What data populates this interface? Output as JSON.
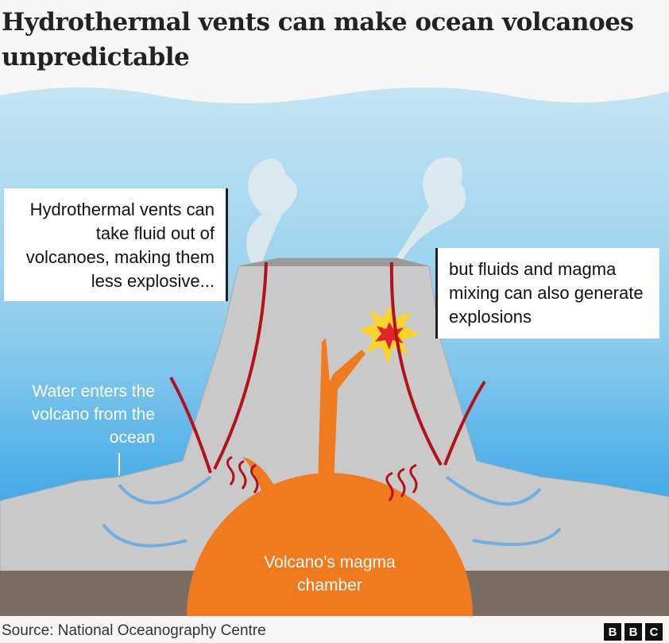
{
  "title": "Hydrothermal vents can make ocean volcanoes unpredictable",
  "annotations": {
    "left_box": "Hydrothermal vents can take fluid out of volcanoes, making them less explosive...",
    "right_box": "but fluids and magma mixing can also generate explosions",
    "water_label": "Water enters the volcano from the ocean",
    "magma_label": "Volcano’s magma chamber"
  },
  "footer": {
    "source": "Source: National Oceanography Centre",
    "logo": [
      "B",
      "B",
      "C"
    ]
  },
  "colors": {
    "ocean_top": "#b8e0f0",
    "ocean_bottom": "#4fb0e6",
    "rock": "#c8c8c8",
    "sediment": "#7a6e64",
    "magma": "#f07a1e",
    "arrow_red": "#b3121b",
    "arrow_blue": "#6fb0e0"
  }
}
